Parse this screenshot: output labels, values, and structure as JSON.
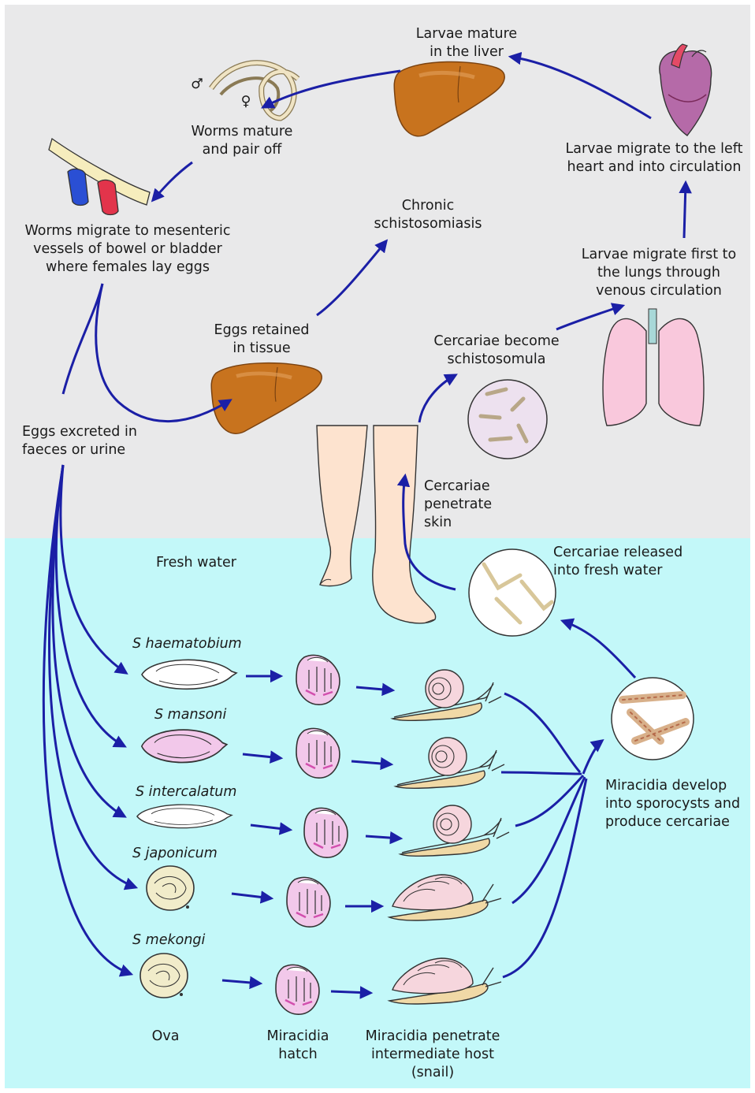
{
  "colors": {
    "upper_background": "#e9e9ea",
    "water_background": "#c3f8f9",
    "arrow": "#1b1fa6",
    "liver": "#c8731e",
    "egg_pink": "#f2c8ea",
    "egg_cream": "#f1ecca",
    "snail_body": "#f0d9a6",
    "snail_shell": "#f6d6dd",
    "lungs": "#f9c8dc",
    "skin": "#fde3cf",
    "circle_fill": "#ede1ef"
  },
  "labels": {
    "larvae_liver": "Larvae mature\nin the liver",
    "worms_mature": "Worms mature\nand pair off",
    "larvae_heart": "Larvae migrate to the left\nheart and into circulation",
    "worms_migrate": "Worms migrate to mesenteric\nvessels of bowel or bladder\nwhere females lay eggs",
    "chronic": "Chronic\nschistosomiasis",
    "larvae_lungs": "Larvae migrate first to\nthe lungs through\nvenous circulation",
    "eggs_retained": "Eggs retained\nin tissue",
    "cercariae_become": "Cercariae become\nschistosomula",
    "eggs_excreted": "Eggs excreted in\nfaeces or urine",
    "cercariae_penetrate": "Cercariae\npenetrate\nskin",
    "fresh_water": "Fresh water",
    "cercariae_released": "Cercariae released\ninto fresh water",
    "miracidia_develop": "Miracidia develop\ninto sporocysts and\nproduce cercariae",
    "ova": "Ova",
    "miracidia_hatch": "Miracidia\nhatch",
    "miracidia_penetrate": "Miracidia penetrate\nintermediate host\n(snail)"
  },
  "species": [
    "S haematobium",
    "S mansoni",
    "S intercalatum",
    "S japonicum",
    "S mekongi"
  ],
  "sex_symbols": {
    "male": "♂",
    "female": "♀"
  }
}
